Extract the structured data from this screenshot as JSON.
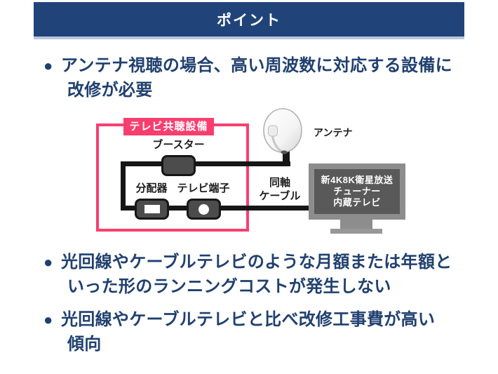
{
  "header": {
    "title": "ポイント"
  },
  "bullets": [
    {
      "marker": "●",
      "lines": [
        "アンテナ視聴の場合、高い周波数に対応する設備に",
        "改修が必要"
      ]
    },
    {
      "marker": "●",
      "lines": [
        "光回線やケーブルテレビのような月額または年額と",
        "いった形のランニングコストが発生しない"
      ]
    },
    {
      "marker": "●",
      "lines": [
        "光回線やケーブルテレビと比べ改修工事費が高い",
        "傾向"
      ]
    }
  ],
  "diagram": {
    "group_label": "テレビ共聴設備",
    "booster_label": "ブースター",
    "splitter_label": "分配器",
    "tv_terminal_label": "テレビ端子",
    "antenna_label": "アンテナ",
    "coax_label_line1": "同軸",
    "coax_label_line2": "ケーブル",
    "tv_label_line1": "新4K8K衛星放送",
    "tv_label_line2": "チューナー",
    "tv_label_line3": "内蔵テレビ"
  },
  "colors": {
    "header_bg": "#20447a",
    "header_text": "#ffffff",
    "bullet_text": "#20406f",
    "frame_pink": "#f93e6f",
    "cable_black": "#161616",
    "device_gray": "#4c4c4c",
    "tv_bezel": "#8d8d8d",
    "tv_screen": "#595959"
  }
}
